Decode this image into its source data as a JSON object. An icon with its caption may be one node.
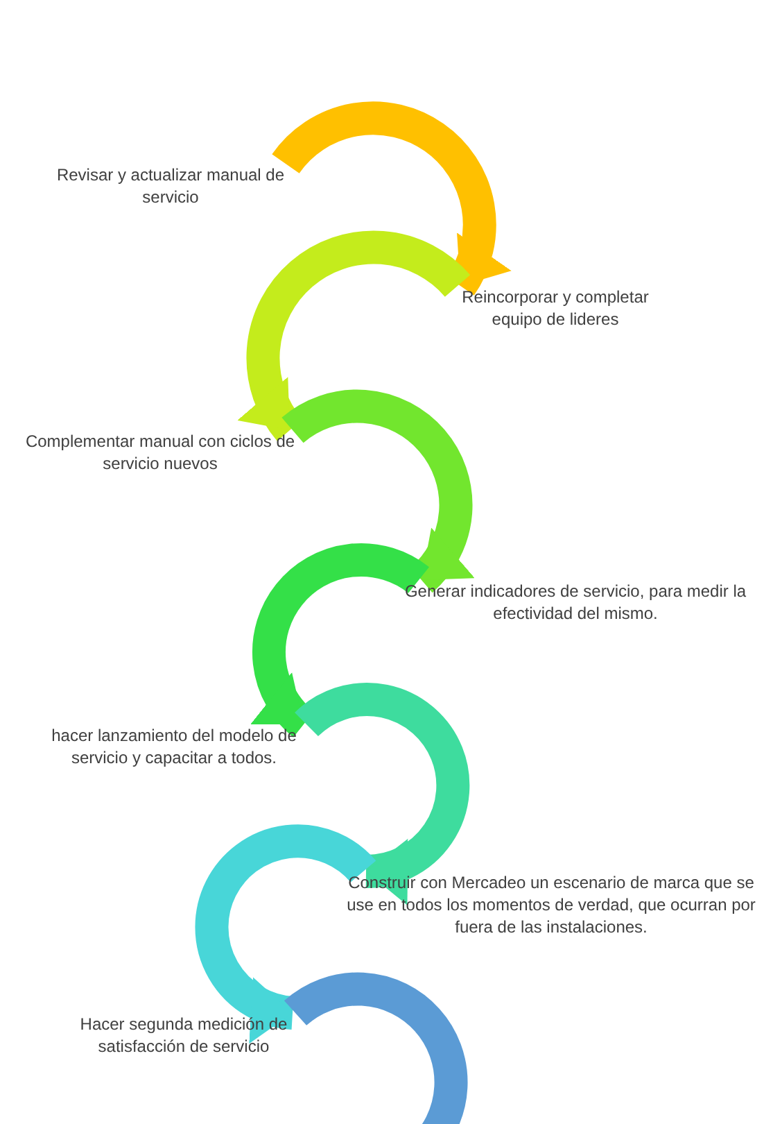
{
  "diagram": {
    "nodes": [
      {
        "text": [
          "Revisar y actualizar manual de servicio"
        ]
      },
      {
        "text": [
          "Reincorporar y  completar equipo de lideres"
        ]
      },
      {
        "text": [
          "Complementar manual con ciclos de servicio nuevos"
        ]
      },
      {
        "text": [
          "Generar indicadores de servicio, para medir la efectividad del mismo."
        ]
      },
      {
        "text": [
          "hacer lanzamiento del modelo de servicio y capacitar a todos."
        ]
      },
      {
        "text": [
          "Construir con Mercadeo un escenario de marca que se use en todos los momentos de verdad, que ocurran por fuera de las instalaciones."
        ]
      },
      {
        "text": [
          "Hacer segunda medición de satisfacción de servicio"
        ]
      }
    ],
    "edges": [
      {
        "from": 0,
        "to": 1,
        "arrow": "to",
        "color": "#ffc000"
      },
      {
        "from": 1,
        "to": 2,
        "arrow": "to",
        "color": "#c4ec1c"
      },
      {
        "from": 2,
        "to": 3,
        "arrow": "to",
        "color": "#72e62e"
      },
      {
        "from": 3,
        "to": 4,
        "arrow": "to",
        "color": "#34e048"
      },
      {
        "from": 4,
        "to": 5,
        "arrow": "to",
        "color": "#3edc9e"
      },
      {
        "from": 5,
        "to": 6,
        "arrow": "to",
        "color": "#48d6d8"
      },
      {
        "from": 6,
        "to": null,
        "arrow": "none",
        "color": "#5b9bd5"
      }
    ]
  }
}
